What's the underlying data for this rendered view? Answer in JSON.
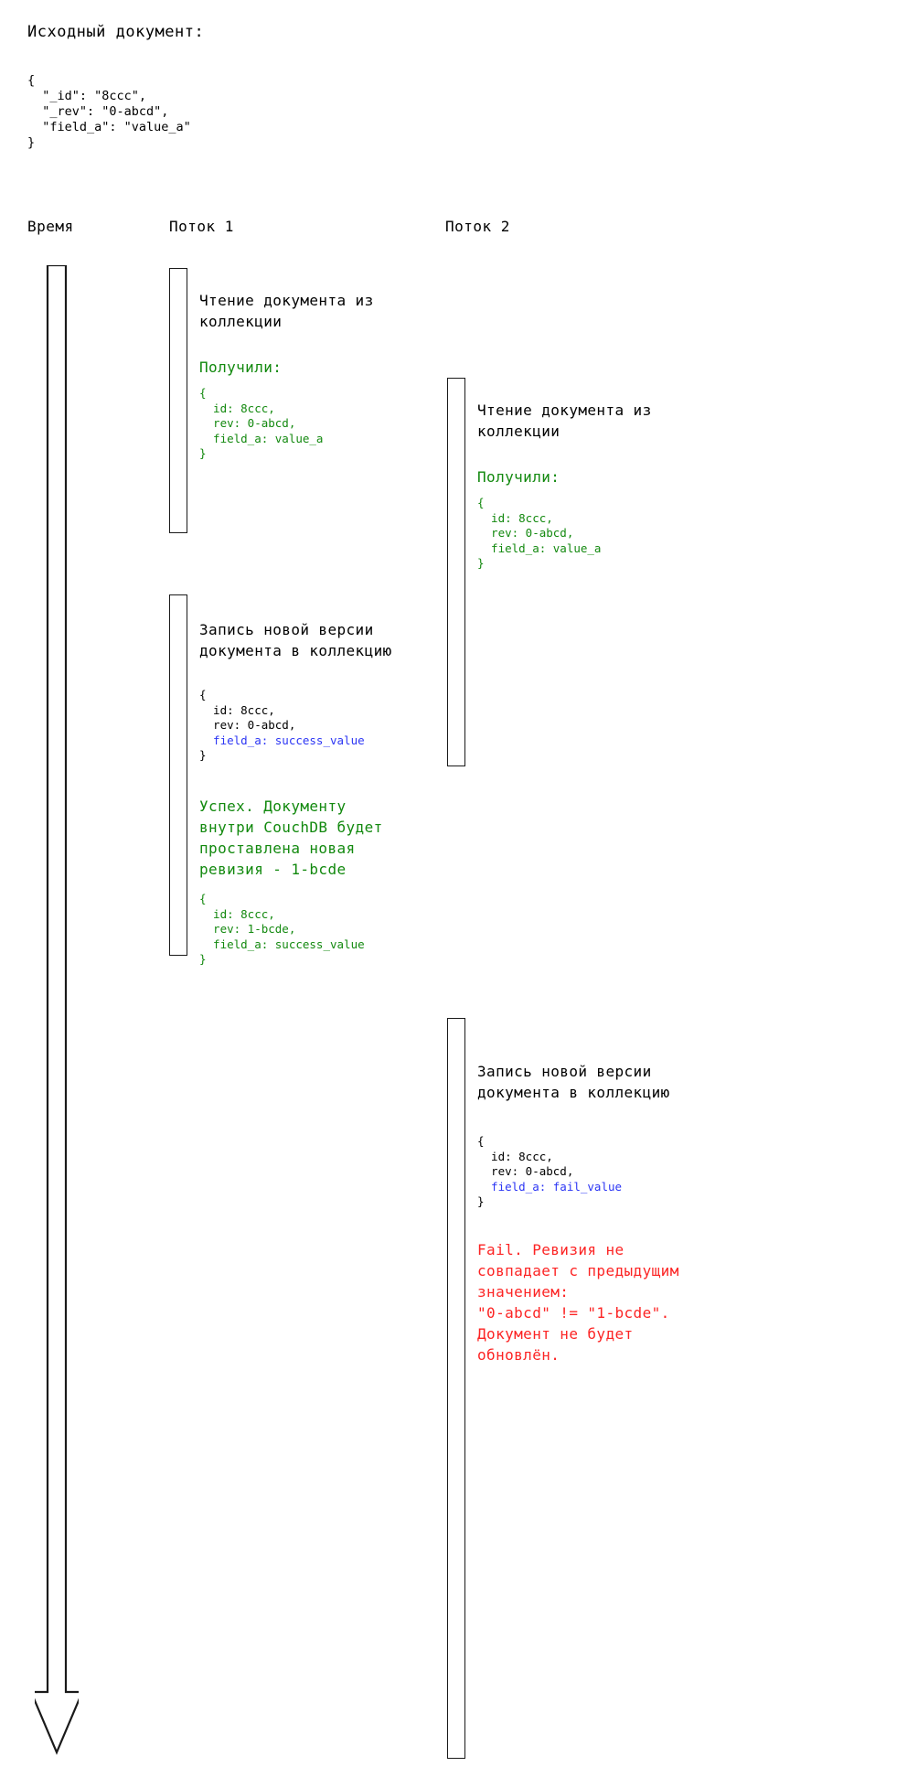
{
  "intro": {
    "title": "Исходный документ:",
    "code": "{\n  \"_id\": \"8ccc\",\n  \"_rev\": \"0-abcd\",\n  \"field_a\": \"value_a\"\n}"
  },
  "columns": {
    "time": "Время",
    "thread1": "Поток 1",
    "thread2": "Поток 2"
  },
  "colors": {
    "success": "#12890e",
    "error": "#fc2424",
    "highlight": "#2b35f4",
    "line": "#1a1a1a",
    "text": "#000000",
    "background": "#ffffff"
  },
  "thread1": {
    "step1": {
      "title": "Чтение документа из\nколлекции",
      "note": "Получили:",
      "code_head": "{\n  id: 8ccc,\n  rev: 0-abcd,\n  field_a: value_a\n}"
    },
    "step2": {
      "title": "Запись новой версии\nдокумента в коллекцию",
      "code_pre": "{\n  id: 8ccc,\n  rev: 0-abcd,\n",
      "code_hl": "  field_a: success_value",
      "code_post": "\n}",
      "note": "Успех. Документу\nвнутри CouchDB будет\nпроставлена новая\nревизия - 1-bcde",
      "code_result": "{\n  id: 8ccc,\n  rev: 1-bcde,\n  field_a: success_value\n}"
    }
  },
  "thread2": {
    "step1": {
      "title": "Чтение документа из\nколлекции",
      "note": "Получили:",
      "code_head": "{\n  id: 8ccc,\n  rev: 0-abcd,\n  field_a: value_a\n}"
    },
    "step2": {
      "title": "Запись новой версии\nдокумента в коллекцию",
      "code_pre": "{\n  id: 8ccc,\n  rev: 0-abcd,\n",
      "code_hl": "  field_a: fail_value",
      "code_post": "\n}",
      "note": "Fail. Ревизия не\nсовпадает с предыдущим\nзначением:\n\"0-abcd\" != \"1-bcde\".\nДокумент не будет\nобновлён."
    }
  }
}
